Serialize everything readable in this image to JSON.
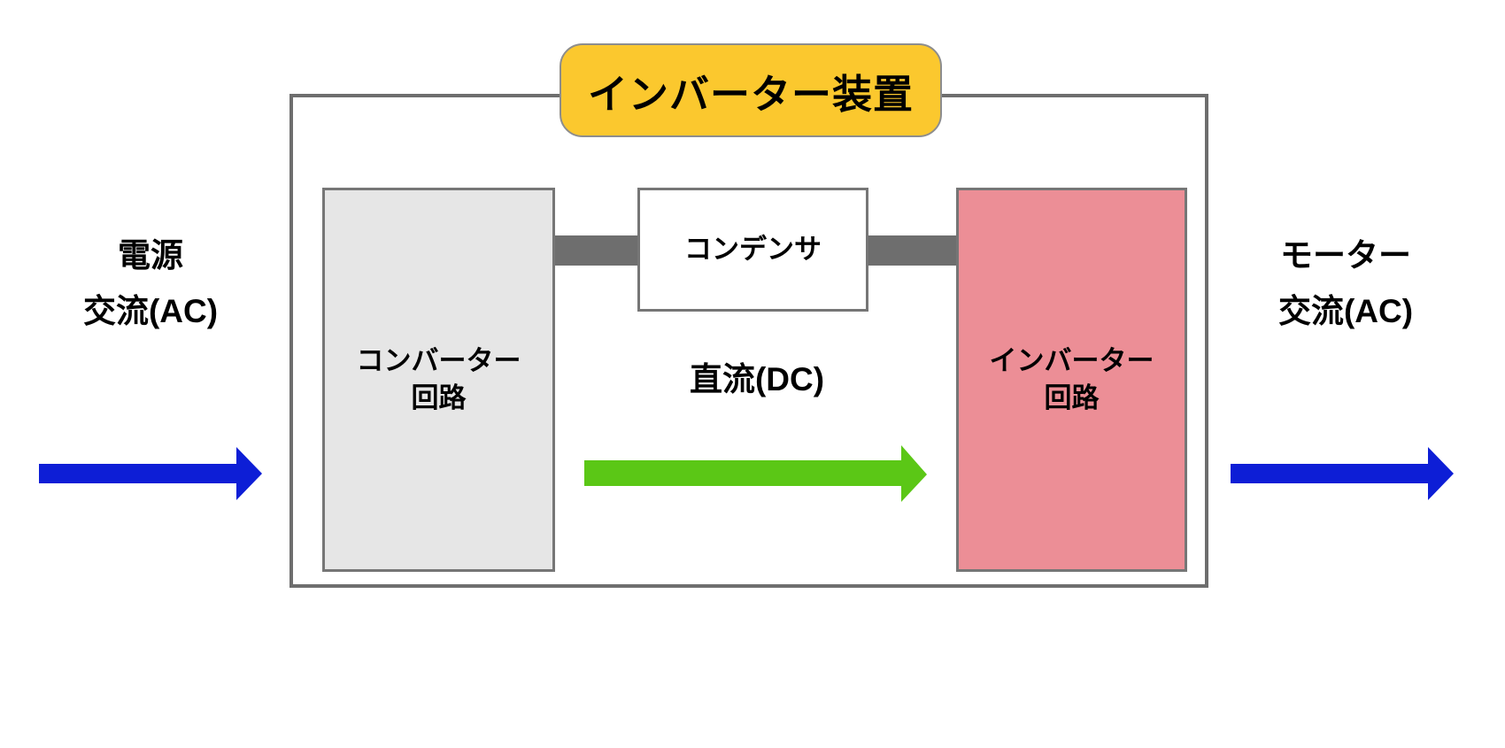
{
  "diagram": {
    "title_badge": "インバーター装置",
    "blocks": {
      "converter": "コンバーター\n回路",
      "capacitor": "コンデンサ",
      "inverter": "インバーター\n回路"
    },
    "labels": {
      "source_line1": "電源",
      "source_line2": "交流(AC)",
      "motor_line1": "モーター",
      "motor_line2": "交流(AC)",
      "dc_bus": "直流(DC)"
    },
    "colors": {
      "badge_fill": "#fbc82e",
      "badge_border": "#8d8d8d",
      "frame_border": "#6e6e6e",
      "converter_fill": "#e6e6e6",
      "capacitor_fill": "#ffffff",
      "inverter_fill": "#ec8e96",
      "bus_bar": "#6e6e6e",
      "ac_arrow": "#0d1ed6",
      "dc_arrow": "#5bc716",
      "text": "#000000",
      "background": "#ffffff"
    }
  }
}
